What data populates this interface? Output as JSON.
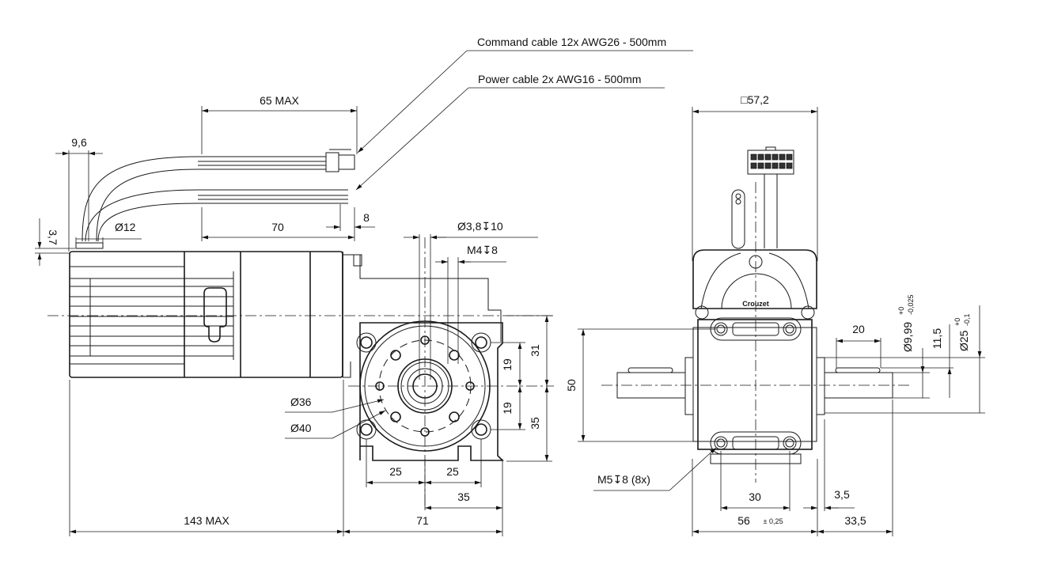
{
  "callouts": {
    "command_cable": "Command cable 12x AWG26 - 500mm",
    "power_cable": "Power cable 2x AWG16 - 500mm",
    "mount_threads": "M5↧8 (8x)"
  },
  "side_view": {
    "cable_length_max": "65 MAX",
    "cable_offset": "9,6",
    "cable_height": "3,7",
    "cable_diameter": "Ø12",
    "power_cable_length": "70",
    "strip_length": "8",
    "overall_length": "143 MAX"
  },
  "front_view": {
    "hole_a": "Ø3,8↧10",
    "hole_b": "M4↧8",
    "pcd_inner": "Ø36",
    "pcd_outer": "Ø40",
    "v_upper_19": "19",
    "v_lower_19": "19",
    "v_31": "31",
    "v_35": "35",
    "h_left_25": "25",
    "h_right_25": "25",
    "h_35": "35",
    "width_71": "71"
  },
  "right_view": {
    "square": "□57,2",
    "height_50": "50",
    "key_length": "20",
    "shaft_dia": "Ø9,99",
    "shaft_tol_upper": "+0",
    "shaft_tol_lower": "-0,025",
    "key_height": "11,5",
    "boss_dia": "Ø25",
    "boss_tol_upper": "+0",
    "boss_tol_lower": "-0,1",
    "hole_spacing": "30",
    "base_width": "56",
    "base_tol": "± 0,25",
    "flange": "3,5",
    "shaft_length": "33,5",
    "logo": "Crouzet"
  }
}
